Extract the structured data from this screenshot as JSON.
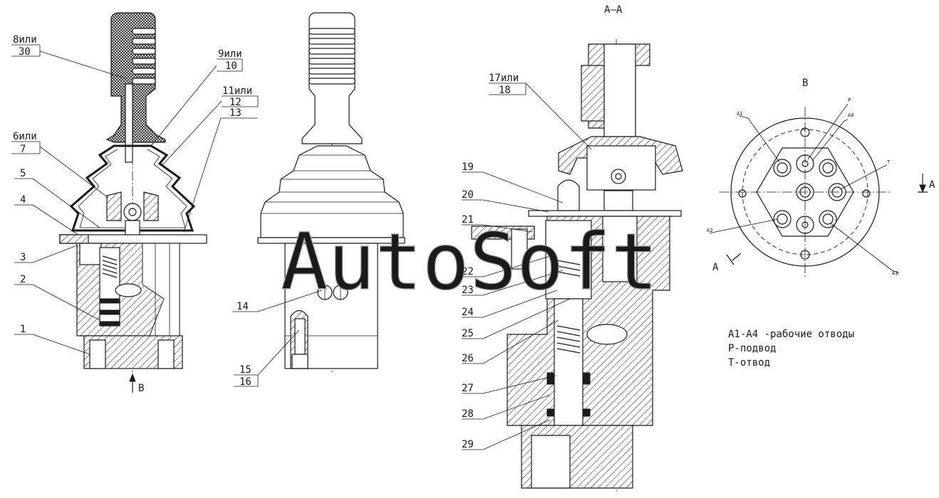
{
  "section_title": "A–A",
  "view_b_title": "B",
  "view_arrow_label": "B",
  "watermark": "AutoSoft",
  "callouts": [
    {
      "top": "8или",
      "bottom": "30"
    },
    {
      "top": "9или",
      "bottom": "10"
    },
    {
      "top": "11или",
      "bottom": "12"
    },
    {
      "top": "",
      "bottom": "13"
    },
    {
      "top": "6или",
      "bottom": "7"
    },
    {
      "top": "",
      "bottom": "5"
    },
    {
      "top": "",
      "bottom": "4"
    },
    {
      "top": "",
      "bottom": "3"
    },
    {
      "top": "",
      "bottom": "2"
    },
    {
      "top": "",
      "bottom": "1"
    },
    {
      "top": "",
      "bottom": "14"
    },
    {
      "top": "15",
      "bottom": "16"
    },
    {
      "top": "17или",
      "bottom": "18"
    },
    {
      "top": "",
      "bottom": "19"
    },
    {
      "top": "",
      "bottom": "20"
    },
    {
      "top": "",
      "bottom": "21"
    },
    {
      "top": "",
      "bottom": "22"
    },
    {
      "top": "",
      "bottom": "23"
    },
    {
      "top": "",
      "bottom": "24"
    },
    {
      "top": "",
      "bottom": "25"
    },
    {
      "top": "",
      "bottom": "26"
    },
    {
      "top": "",
      "bottom": "27"
    },
    {
      "top": "",
      "bottom": "28"
    },
    {
      "top": "",
      "bottom": "29"
    }
  ],
  "port_labels": {
    "a1": "A1",
    "a2": "A2",
    "a3": "A3",
    "a4": "A4",
    "p": "P",
    "t": "T"
  },
  "cut_label_right": "A",
  "cut_label_left": "A",
  "legend": [
    "A1-A4 -рабочие отводы",
    "P-подвод",
    "T-отвод"
  ]
}
